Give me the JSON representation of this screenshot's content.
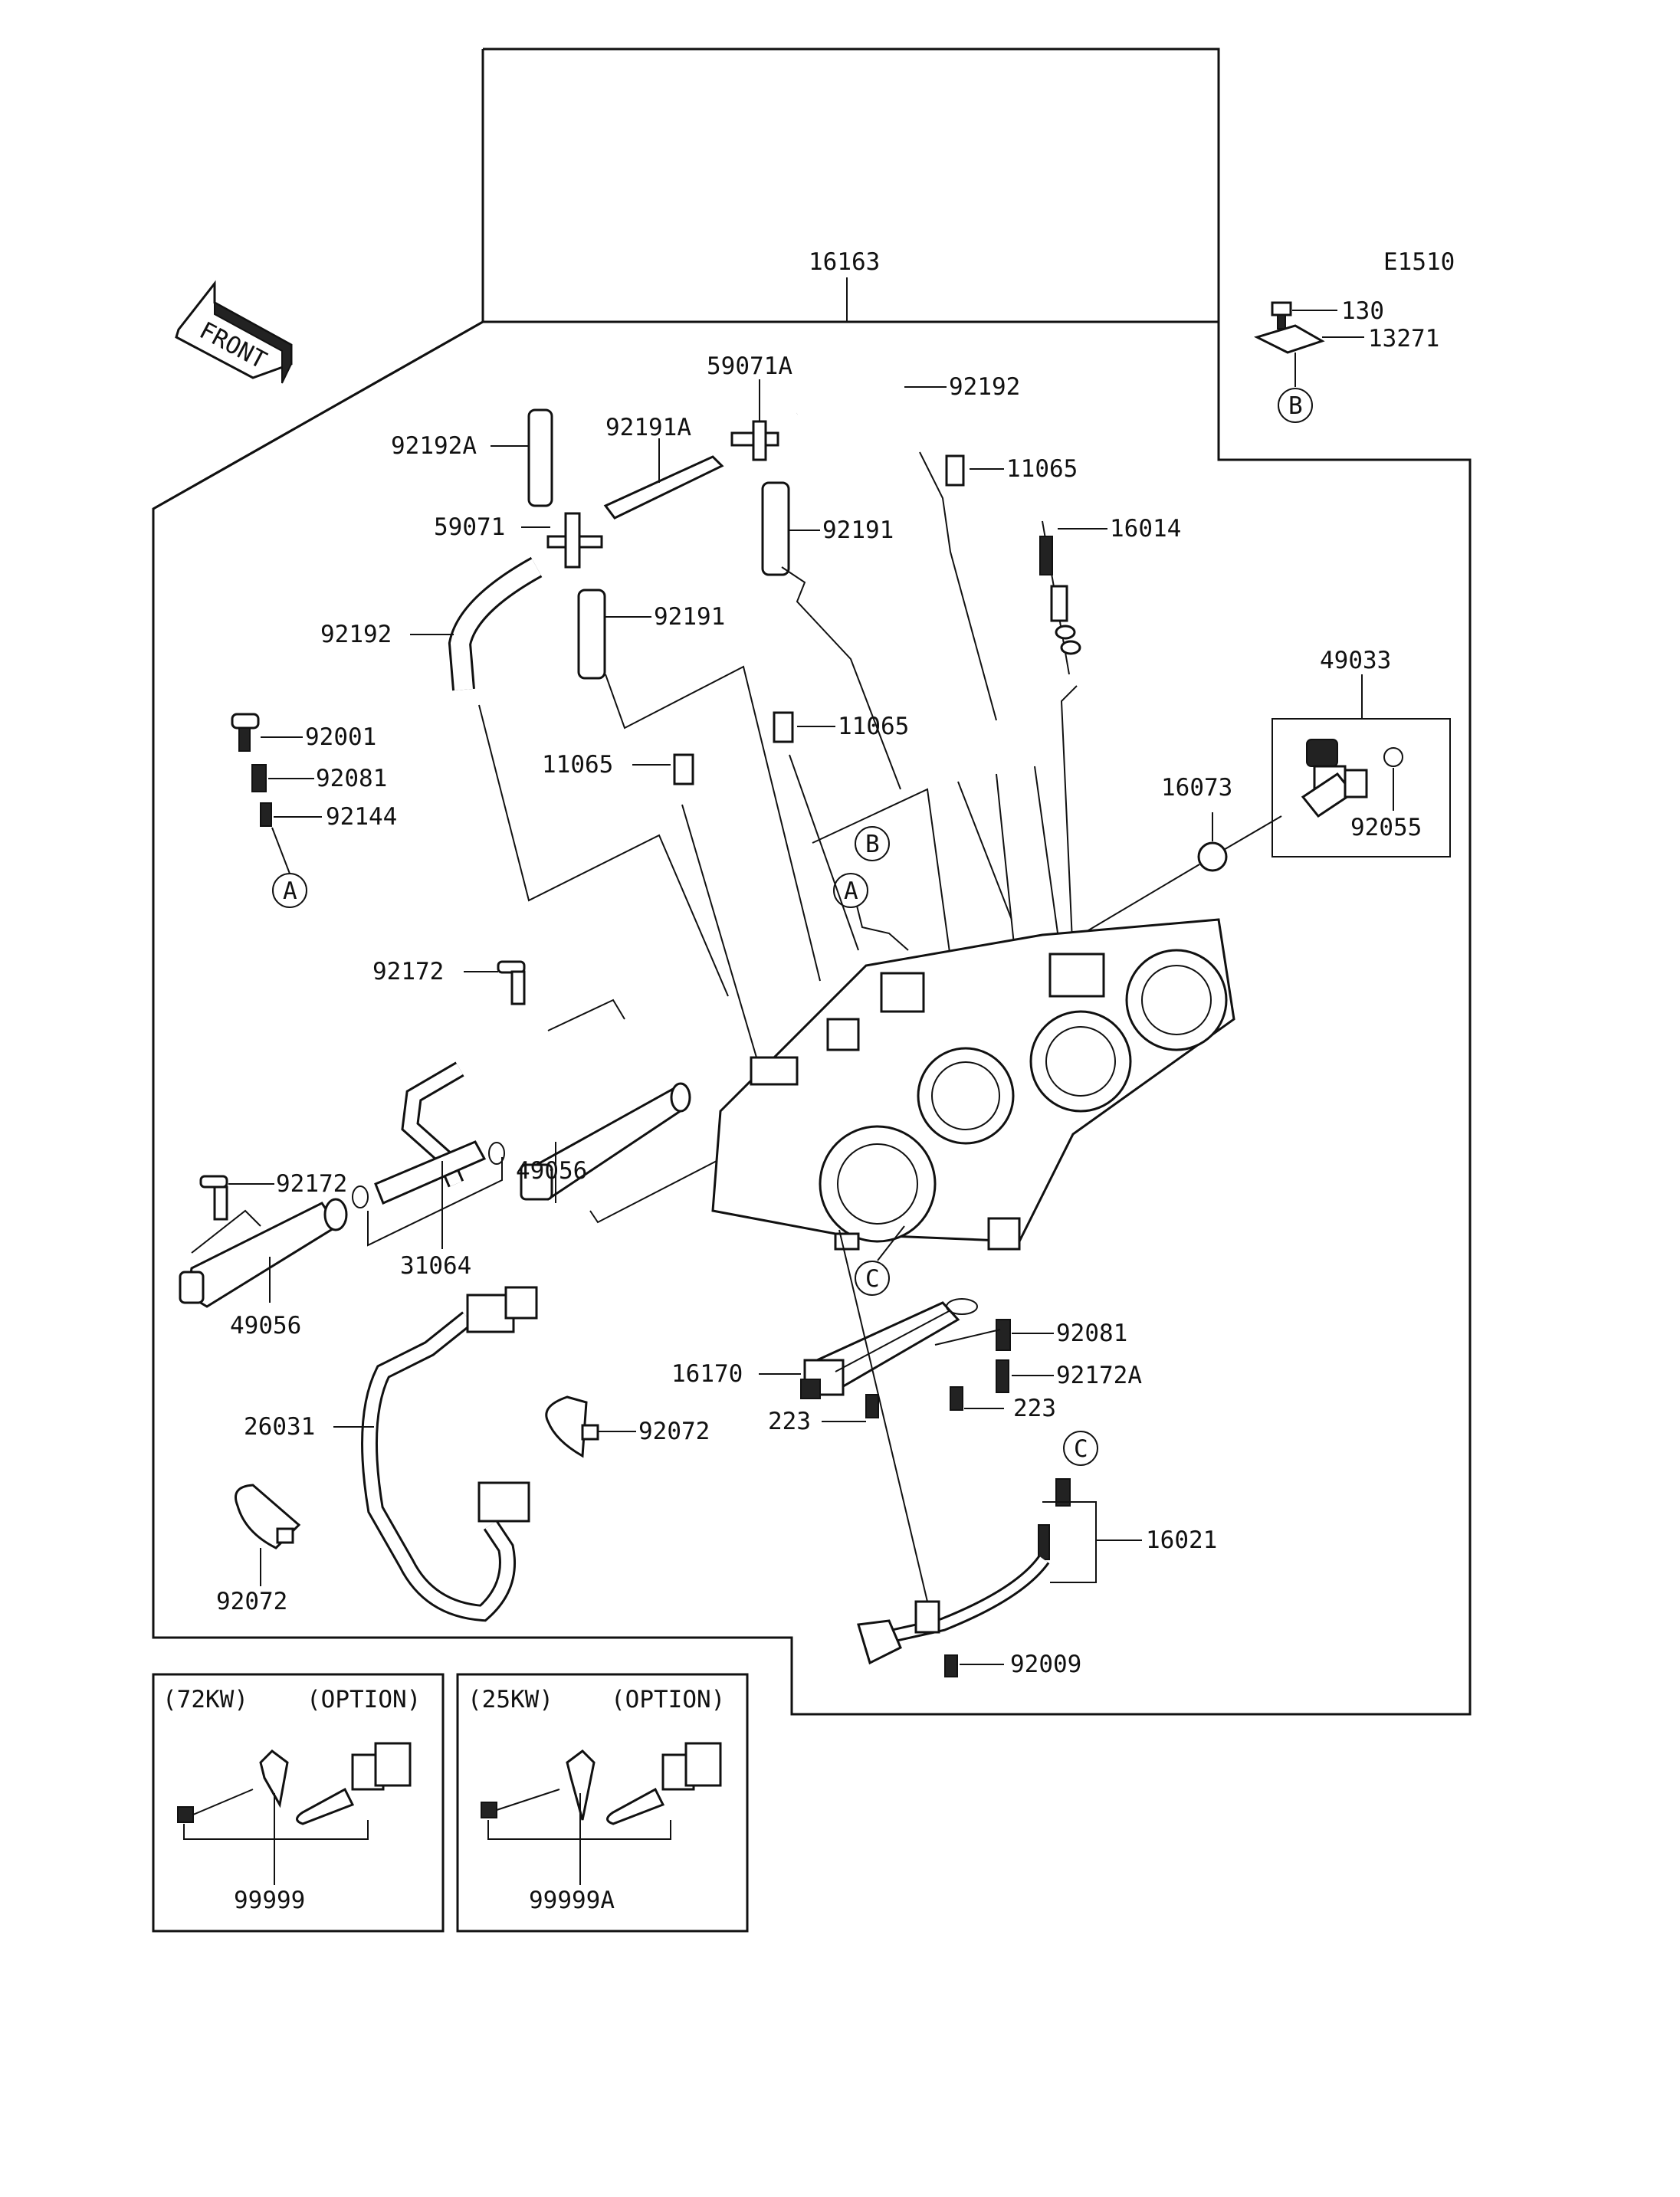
{
  "diagram_code": "E1510",
  "front_label": "FRONT",
  "callouts": {
    "c16163": "16163",
    "c130": "130",
    "c13271": "13271",
    "c59071A": "59071A",
    "c92192_top": "92192",
    "c92192A": "92192A",
    "c92191A": "92191A",
    "c11065_a": "11065",
    "c16014": "16014",
    "c59071": "59071",
    "c92191_a": "92191",
    "c92191_b": "92191",
    "c92192_left": "92192",
    "c49033": "49033",
    "c92001": "92001",
    "c11065_b": "11065",
    "c11065_c": "11065",
    "c16073": "16073",
    "c92081_left": "92081",
    "c92144": "92144",
    "c92055": "92055",
    "c92172_a": "92172",
    "c92172_b": "92172",
    "c49056_a": "49056",
    "c31064": "31064",
    "c49056_b": "49056",
    "c92081_right": "92081",
    "c16170": "16170",
    "c92172A": "92172A",
    "c223_left": "223",
    "c223_right": "223",
    "c26031": "26031",
    "c92072_a": "92072",
    "c92072_b": "92072",
    "c16021": "16021",
    "c92009": "92009"
  },
  "ref_markers": {
    "A": "A",
    "B": "B",
    "C": "C"
  },
  "option_boxes": [
    {
      "power": "(72KW)",
      "option": "(OPTION)",
      "part_no": "99999"
    },
    {
      "power": "(25KW)",
      "option": "(OPTION)",
      "part_no": "99999A"
    }
  ]
}
